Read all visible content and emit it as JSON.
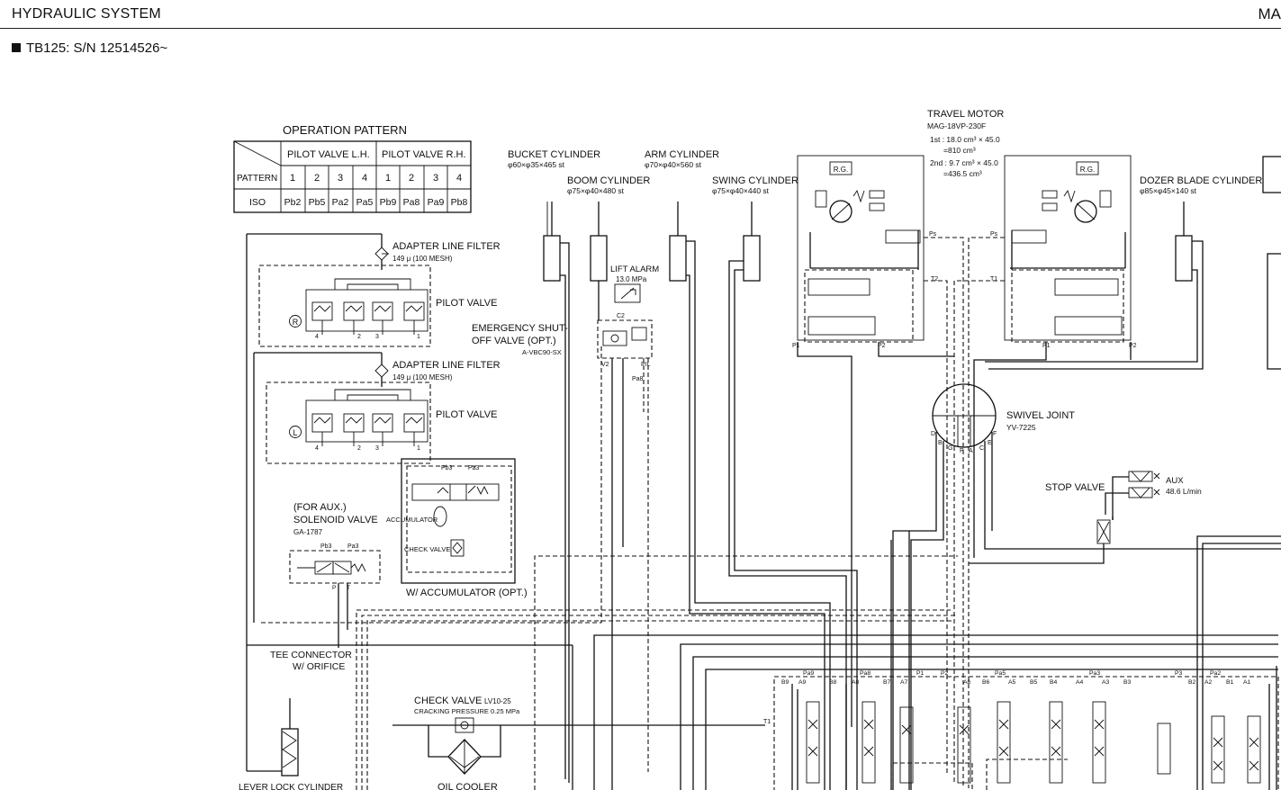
{
  "header": {
    "title": "HYDRAULIC SYSTEM",
    "right_cut": "MA"
  },
  "model": {
    "label": "TB125: S/N 12514526~"
  },
  "op_table": {
    "title": "OPERATION PATTERN",
    "lh": "PILOT VALVE L.H.",
    "rh": "PILOT VALVE R.H.",
    "pattern": "PATTERN",
    "nums": [
      "1",
      "2",
      "3",
      "4",
      "1",
      "2",
      "3",
      "4"
    ],
    "iso": "ISO",
    "iso_vals": [
      "Pb2",
      "Pb5",
      "Pa2",
      "Pa5",
      "Pb9",
      "Pa8",
      "Pa9",
      "Pb8"
    ]
  },
  "labels": {
    "adapter_filter_1": "ADAPTER LINE FILTER",
    "adapter_filter_1_sub": "149 μ (100 MESH)",
    "pilot_valve_r": "PILOT VALVE",
    "marker_r": "R",
    "adapter_filter_2": "ADAPTER LINE FILTER",
    "adapter_filter_2_sub": "149 μ (100 MESH)",
    "pilot_valve_l": "PILOT VALVE",
    "marker_l": "L",
    "bucket": "BUCKET CYLINDER",
    "bucket_sub": "φ60×φ35×465 st",
    "arm": "ARM CYLINDER",
    "arm_sub": "φ70×φ40×560 st",
    "boom": "BOOM CYLINDER",
    "boom_sub": "φ75×φ40×480 st",
    "swing": "SWING CYLINDER",
    "swing_sub": "φ75×φ40×440 st",
    "travel": "TRAVEL MOTOR",
    "travel_sub": "MAG-18VP-230F",
    "travel_1st": "1st : 18.0 cm³ × 45.0",
    "travel_1st_b": "=810 cm³",
    "travel_2nd": "2nd : 9.7 cm³ × 45.0",
    "travel_2nd_b": "=436.5 cm³",
    "dozer": "DOZER BLADE CYLINDER",
    "dozer_sub": "φ85×φ45×140 st",
    "lift_alarm": "LIFT ALARM",
    "lift_alarm_sub": "13.0 MPa",
    "emergency_1": "EMERGENCY SHUT-",
    "emergency_2": "OFF VALVE (OPT.)",
    "emergency_sub": "A-VBC90-SX",
    "swivel": "SWIVEL JOINT",
    "swivel_sub": "YV-7225",
    "stop_valve": "STOP VALVE",
    "aux": "AUX",
    "aux_sub": "48.6 L/min",
    "for_aux": "(FOR AUX.)",
    "solenoid": "SOLENOID VALVE",
    "solenoid_sub": "GA-1787",
    "accumulator": "ACCUMULATOR",
    "check_valve_small": "CHECK VALVE",
    "w_accumulator": "W/ ACCUMULATOR (OPT.)",
    "tee_1": "TEE CONNECTOR",
    "tee_2": "W/ ORIFICE",
    "check_valve": "CHECK VALVE",
    "check_valve_code": "LV10-25",
    "cracking": "CRACKING PRESSURE  0.25 MPa",
    "oil_cooler": "OIL COOLER",
    "lever_lock": "LEVER LOCK CYLINDER",
    "rg": "R.G."
  },
  "ports": {
    "pv_r": [
      "4",
      "2",
      "3",
      "1"
    ],
    "pv_l": [
      "4",
      "2",
      "3",
      "1"
    ],
    "pb3": "Pb3",
    "pa3": "Pa3",
    "p": "P",
    "t": "T",
    "c2": "C2",
    "v2": "V2",
    "pil": "PIL",
    "pa8": "Pa8",
    "ps": "Ps",
    "t2": "T2",
    "t1": "T1",
    "p1": "P1",
    "p2": "P2",
    "swivel_ports": [
      "D",
      "B",
      "G",
      "P",
      "A",
      "C",
      "E",
      "F"
    ],
    "cv_top": [
      "B9",
      "A9",
      "Pa9",
      "B8",
      "A8",
      "Pa8",
      "B7",
      "A7",
      "P1",
      "P2",
      "A6",
      "B6",
      "Pa5",
      "A5",
      "B5",
      "B4",
      "A4",
      "Pa3",
      "A3",
      "B3",
      "P3",
      "B2",
      "A2",
      "Pa2",
      "B1",
      "A1"
    ]
  }
}
